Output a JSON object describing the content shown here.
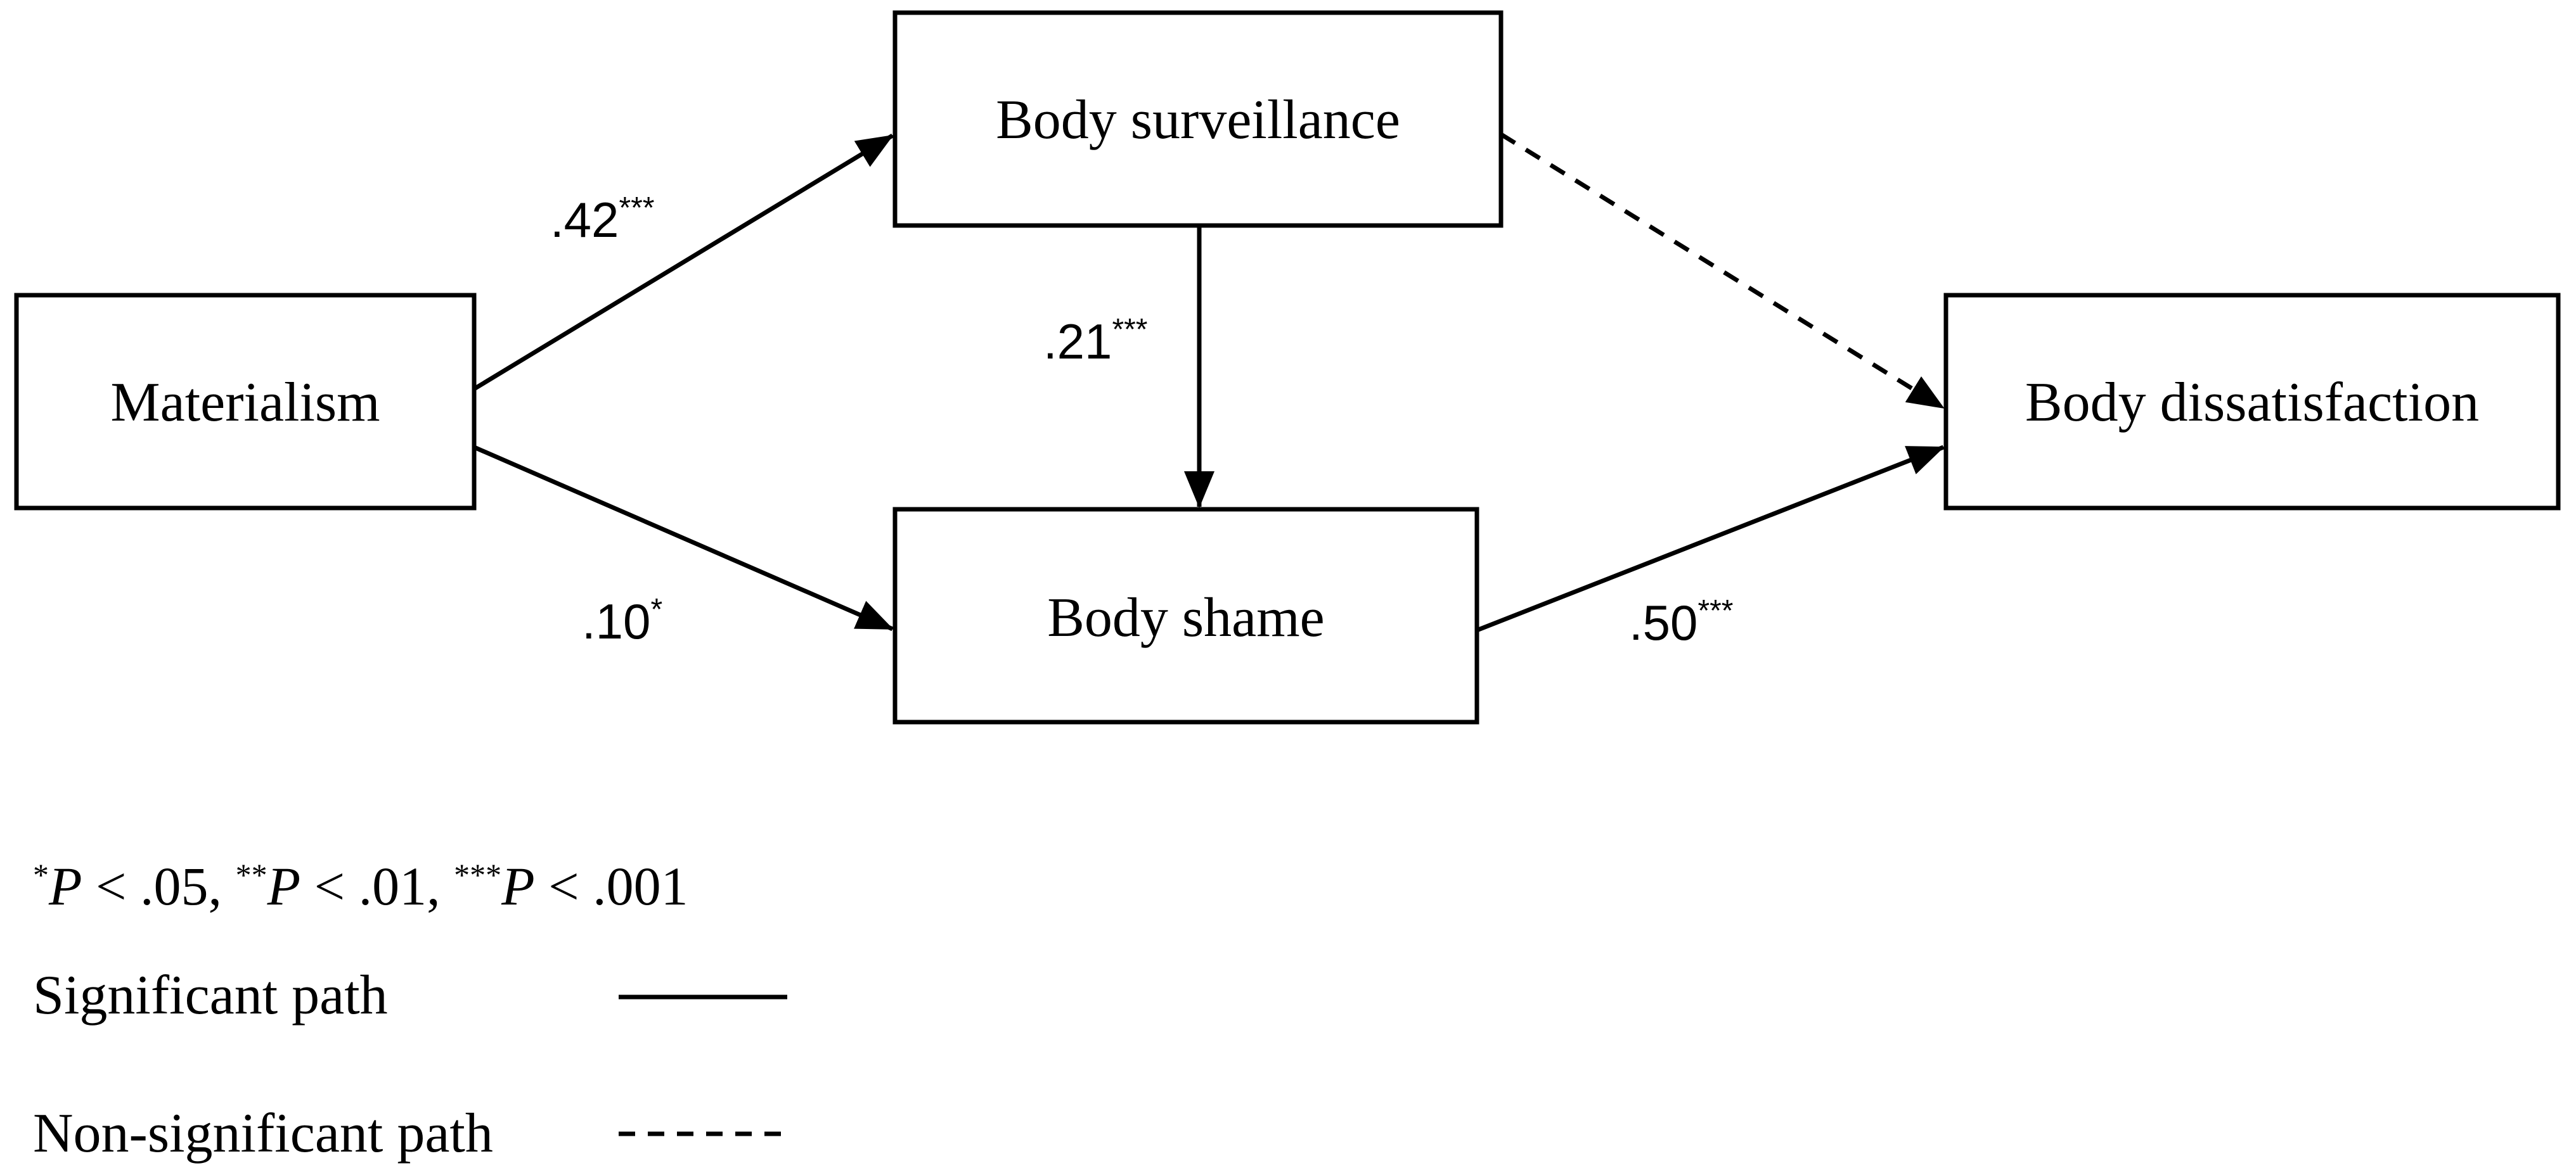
{
  "nodes": {
    "materialism": "Materialism",
    "body_surveillance": "Body surveillance",
    "body_shame": "Body shame",
    "body_dissatisfaction": "Body dissatisfaction"
  },
  "paths": [
    {
      "from": "Materialism",
      "to": "Body surveillance",
      "coefficient": ".42",
      "stars": "***",
      "significant": true
    },
    {
      "from": "Materialism",
      "to": "Body shame",
      "coefficient": ".10",
      "stars": "*",
      "significant": true
    },
    {
      "from": "Body surveillance",
      "to": "Body shame",
      "coefficient": ".21",
      "stars": "***",
      "significant": true
    },
    {
      "from": "Body shame",
      "to": "Body dissatisfaction",
      "coefficient": ".50",
      "stars": "***",
      "significant": true
    },
    {
      "from": "Body surveillance",
      "to": "Body dissatisfaction",
      "coefficient": "",
      "stars": "",
      "significant": false
    }
  ],
  "note": {
    "star1": "*",
    "p1": "P",
    "t1": " < .05, ",
    "star2": "**",
    "p2": "P",
    "t2": " < .01, ",
    "star3": "***",
    "p3": "P",
    "t3": " < .001"
  },
  "legend": {
    "significant_label": "Significant path",
    "nonsignificant_label": "Non-significant path"
  },
  "colors": {
    "line": "#000000",
    "background": "#ffffff"
  }
}
